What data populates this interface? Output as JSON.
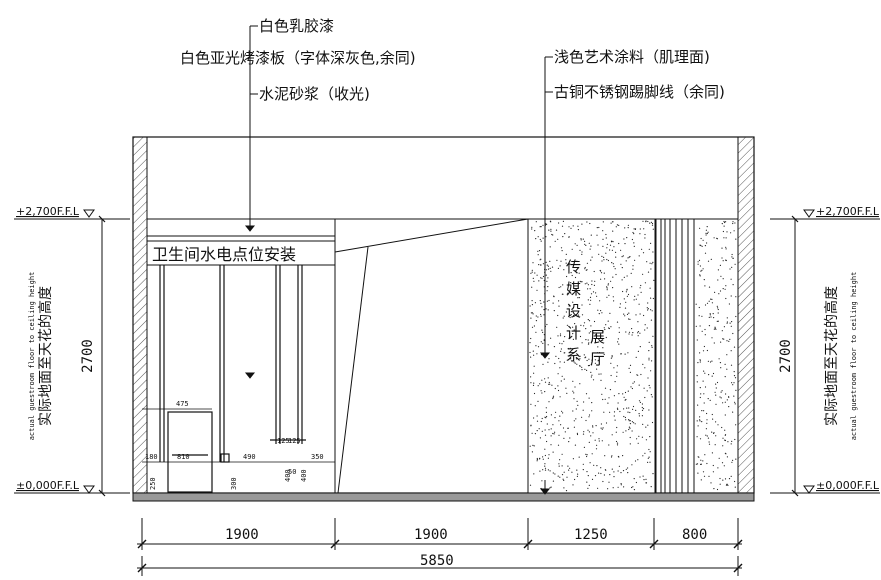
{
  "callouts_top": {
    "a": "白色乳胶漆",
    "b": "白色亚光烤漆板（字体深灰色,余同)",
    "c": "水泥砂浆（收光)",
    "d": "浅色艺术涂料（肌理面)",
    "e": "古铜不锈钢踢脚线（余同)"
  },
  "sign_text": "卫生间水电点位安装",
  "wall_text_col1": "传媒设计系",
  "wall_text_col2": "展厅",
  "levels": {
    "top": "+2,700F.F.L",
    "bottom": "±0,000F.F.L"
  },
  "side_note_cn": "实际地面至天花的高度",
  "side_note_en": "actual guestroom floor to ceiling height",
  "vertical_dim": "2700",
  "bottom_dims": [
    "1900",
    "1900",
    "1250",
    "800"
  ],
  "total_dim": "5850",
  "small_dims": {
    "d475": "475",
    "d180": "180",
    "d810": "810",
    "d490": "490",
    "d125a": "125",
    "d125b": "125",
    "d350": "350",
    "d250": "250",
    "d300": "300",
    "d400a": "400",
    "d400b": "400",
    "d50": "50"
  }
}
